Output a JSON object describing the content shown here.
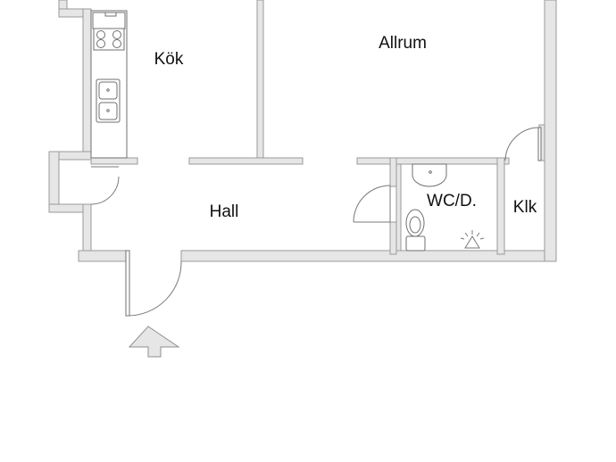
{
  "rooms": {
    "kitchen": "Kök",
    "living": "Allrum",
    "hall": "Hall",
    "bathroom": "WC/D.",
    "closet": "Klk"
  },
  "colors": {
    "wall_fill": "#e6e6e6",
    "wall_stroke": "#9a9a9a",
    "label": "#111111",
    "background": "#ffffff"
  },
  "icons": {
    "entrance": "entrance-arrow-icon",
    "stove": "stove-icon",
    "sink": "sink-icon",
    "toilet": "toilet-icon",
    "ceiling_light": "ceiling-light-icon"
  }
}
